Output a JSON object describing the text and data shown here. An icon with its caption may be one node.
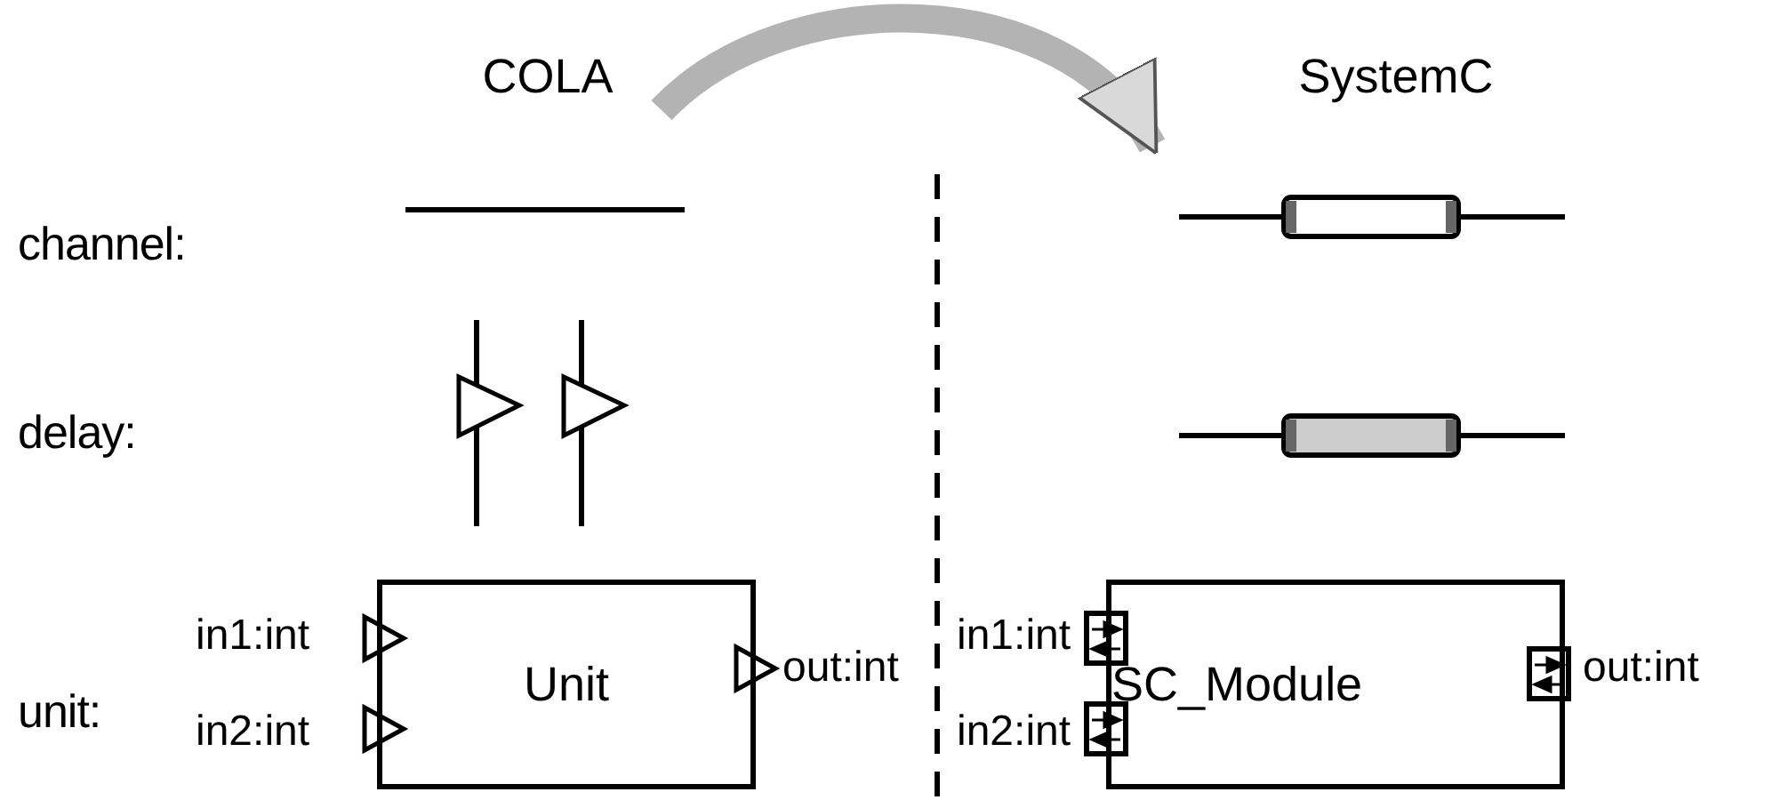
{
  "diagram": {
    "nodes": [
      {
        "text": [
          "COLA"
        ]
      },
      {
        "text": [
          "SystemC"
        ]
      },
      {
        "text": [
          "Unit"
        ]
      },
      {
        "text": [
          "SC_Module"
        ]
      }
    ],
    "edges": [
      {
        "from": 0,
        "to": 1,
        "arrow": "to"
      }
    ],
    "labels": [
      "channel:",
      "delay:",
      "unit:",
      "in1:int",
      "in2:int",
      "out:int",
      "in1:int",
      "in2:int",
      "out:int"
    ]
  }
}
